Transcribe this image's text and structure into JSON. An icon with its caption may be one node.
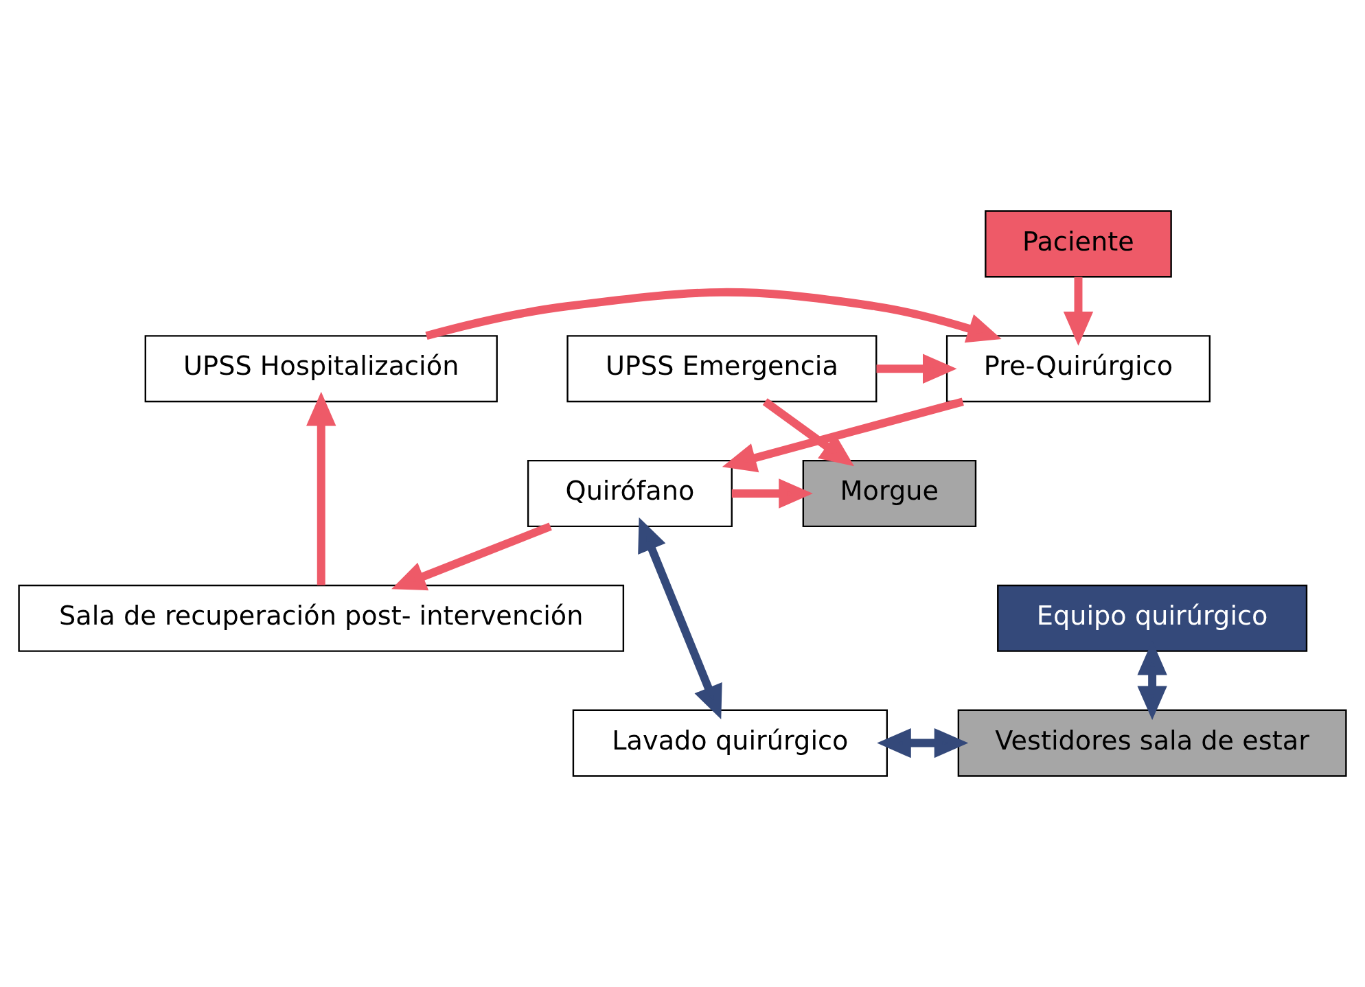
{
  "diagram": {
    "nodes": [
      {
        "text": [
          "Paciente"
        ]
      },
      {
        "text": [
          "UPSS Hospitalización"
        ]
      },
      {
        "text": [
          "Pre-Quirúrgico"
        ]
      },
      {
        "text": [
          "UPSS Emergencia"
        ]
      },
      {
        "text": [
          "Quirófano"
        ]
      },
      {
        "text": [
          "Morgue"
        ]
      },
      {
        "text": [
          "Sala de recuperación post- intervención"
        ]
      },
      {
        "text": [
          "Equipo quirúrgico"
        ]
      },
      {
        "text": [
          "Lavado quirúrgico"
        ]
      },
      {
        "text": [
          "Vestidores sala de estar"
        ]
      }
    ],
    "edges": [
      {
        "from": 0,
        "to": 2,
        "arrow": "to"
      },
      {
        "from": 1,
        "to": 2,
        "arrow": "to"
      },
      {
        "from": 3,
        "to": 2,
        "arrow": "to"
      },
      {
        "from": 2,
        "to": 4,
        "arrow": "to"
      },
      {
        "from": 3,
        "to": 5,
        "arrow": "to"
      },
      {
        "from": 4,
        "to": 5,
        "arrow": "to"
      },
      {
        "from": 4,
        "to": 6,
        "arrow": "to"
      },
      {
        "from": 6,
        "to": 1,
        "arrow": "to"
      },
      {
        "from": 4,
        "to": 8,
        "arrow": "both",
        "color": "#34497a"
      },
      {
        "from": 7,
        "to": 9,
        "arrow": "both",
        "color": "#34497a"
      },
      {
        "from": 8,
        "to": 9,
        "arrow": "both",
        "color": "#34497a"
      }
    ]
  }
}
